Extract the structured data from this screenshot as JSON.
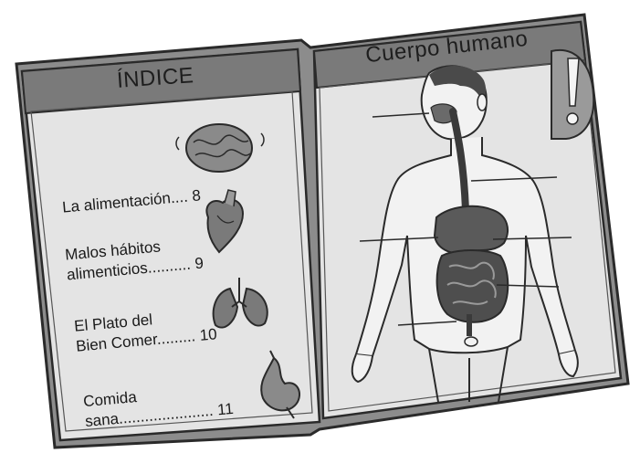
{
  "left_page": {
    "header": "ÍNDICE",
    "entries": [
      {
        "line1": "La alimentación.... 8",
        "line2": ""
      },
      {
        "line1": "Malos hábitos",
        "line2": "alimenticios.......... 9"
      },
      {
        "line1": "El Plato del",
        "line2": "Bien Comer......... 10"
      },
      {
        "line1": "Comida",
        "line2": "sana...................... 11"
      }
    ]
  },
  "right_page": {
    "header": "Cuerpo humano",
    "warning_symbol": "!"
  },
  "colors": {
    "header_band": "#7a7a7a",
    "page": "#e4e4e4",
    "cover": "#8c8c8c",
    "outline": "#2a2a2a",
    "organ": "#6a6a6a",
    "skin": "#f2f2f2"
  },
  "icons": [
    "brain-icon",
    "heart-icon",
    "lungs-icon",
    "stomach-icon",
    "exclamation-icon",
    "digestive-system-figure"
  ]
}
